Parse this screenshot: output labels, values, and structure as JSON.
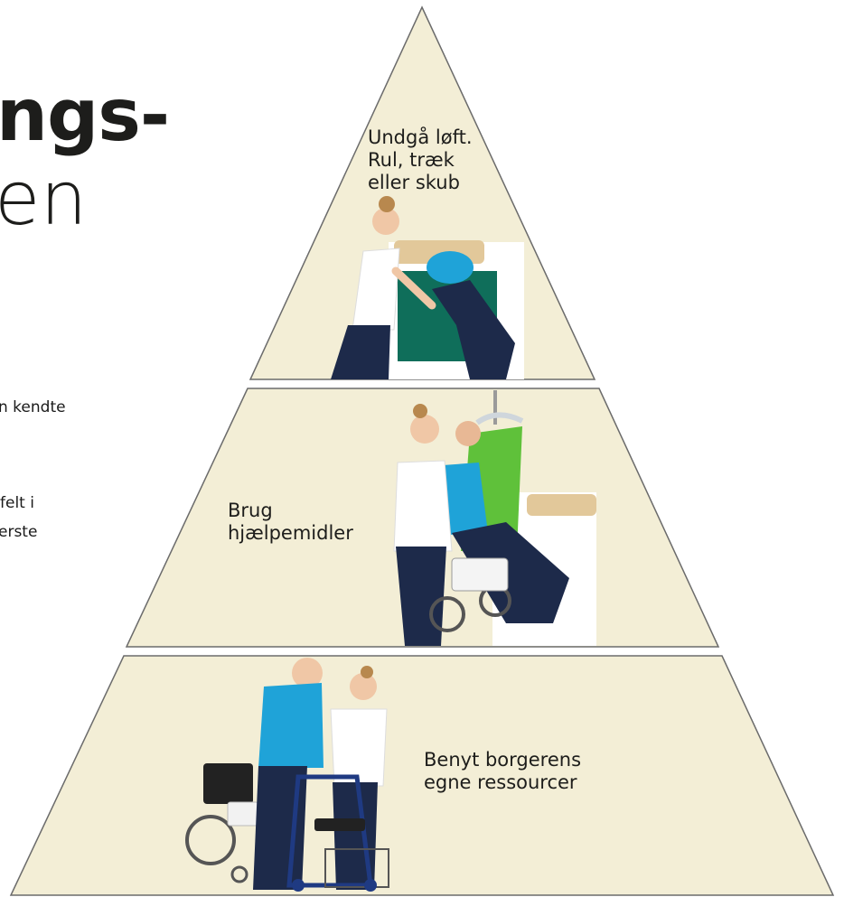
{
  "heading": {
    "line1": "ngs-",
    "line2": "en"
  },
  "body_text": [
    "n kendte",
    "felt i",
    "erste"
  ],
  "pyramid": {
    "top_label": [
      "Undgå løft.",
      "Rul, træk",
      "eller skub"
    ],
    "middle_label": [
      "Brug",
      "hjælpemidler"
    ],
    "bottom_label": [
      "Benyt borgerens",
      "egne ressourcer"
    ]
  },
  "colors": {
    "tier_fill": "#f3eed6",
    "tier_stroke": "#6b6b6b"
  }
}
